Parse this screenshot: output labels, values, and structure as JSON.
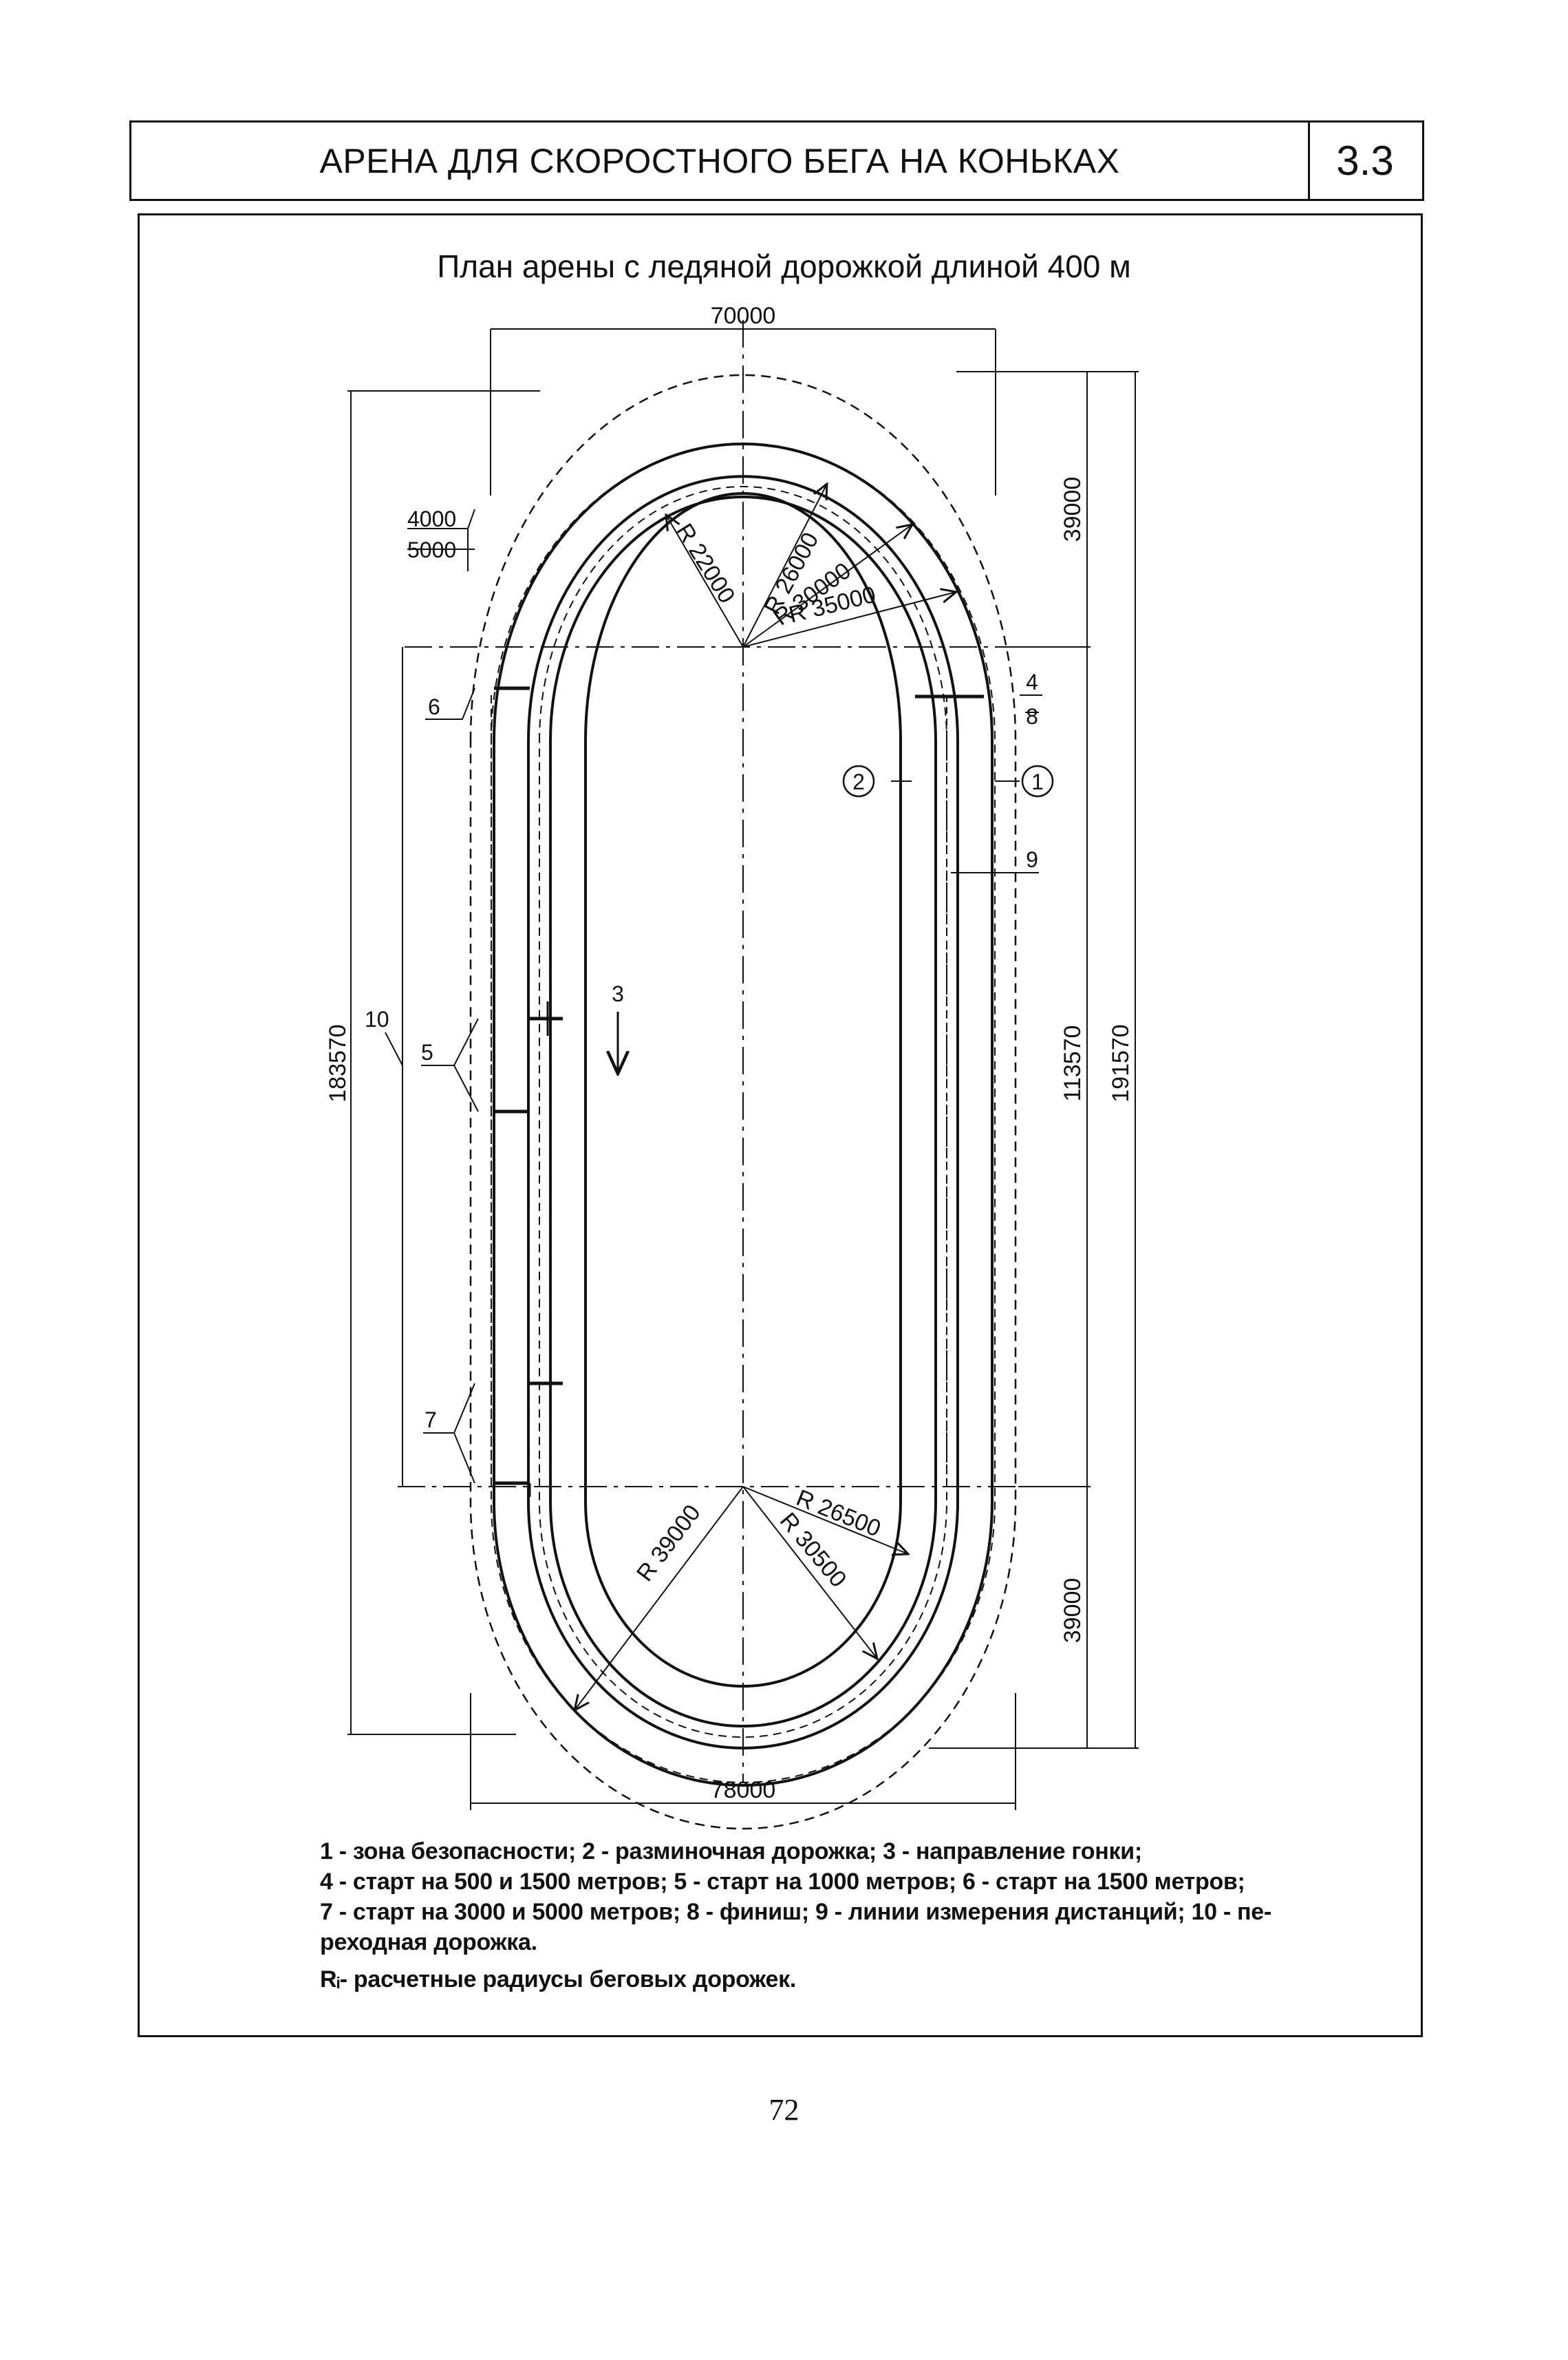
{
  "header": {
    "title": "АРЕНА ДЛЯ СКОРОСТНОГО БЕГА НА КОНЬКАХ",
    "number": "3.3"
  },
  "plan_title": "План арены с ледяной дорожкой длиной 400 м",
  "dimensions": {
    "top_width": "70000",
    "bottom_width": "78000",
    "left_height": "183570",
    "right_total": "191570",
    "right_straight": "113570",
    "right_top": "39000",
    "right_bottom": "39000",
    "safety_a": "4000",
    "safety_b": "5000"
  },
  "radii": {
    "r1": "R 22000",
    "r2": "R 26000",
    "r3": "R 30000",
    "r4": "R 35000",
    "r5": "R 39000",
    "r6": "R 26500",
    "r7": "R 30500"
  },
  "callouts": {
    "c1": "1",
    "c2": "2",
    "c3": "3",
    "c4": "4",
    "c5": "5",
    "c6": "6",
    "c7": "7",
    "c8": "8",
    "c9": "9",
    "c10": "10"
  },
  "legend": [
    "1 - зона безопасности; 2 - разминочная дорожка; 3 - направление гонки;",
    "4 - старт на 500 и 1500 метров; 5 - старт на 1000 метров; 6 - старт на 1500 метров;",
    "7 - старт на 3000 и 5000 метров; 8 - финиш; 9 - линии измерения дистанций; 10 - пе-",
    "реходная дорожка."
  ],
  "legend_radius": "Rᵢ- расчетные радиусы беговых дорожек.",
  "page_number": "72"
}
